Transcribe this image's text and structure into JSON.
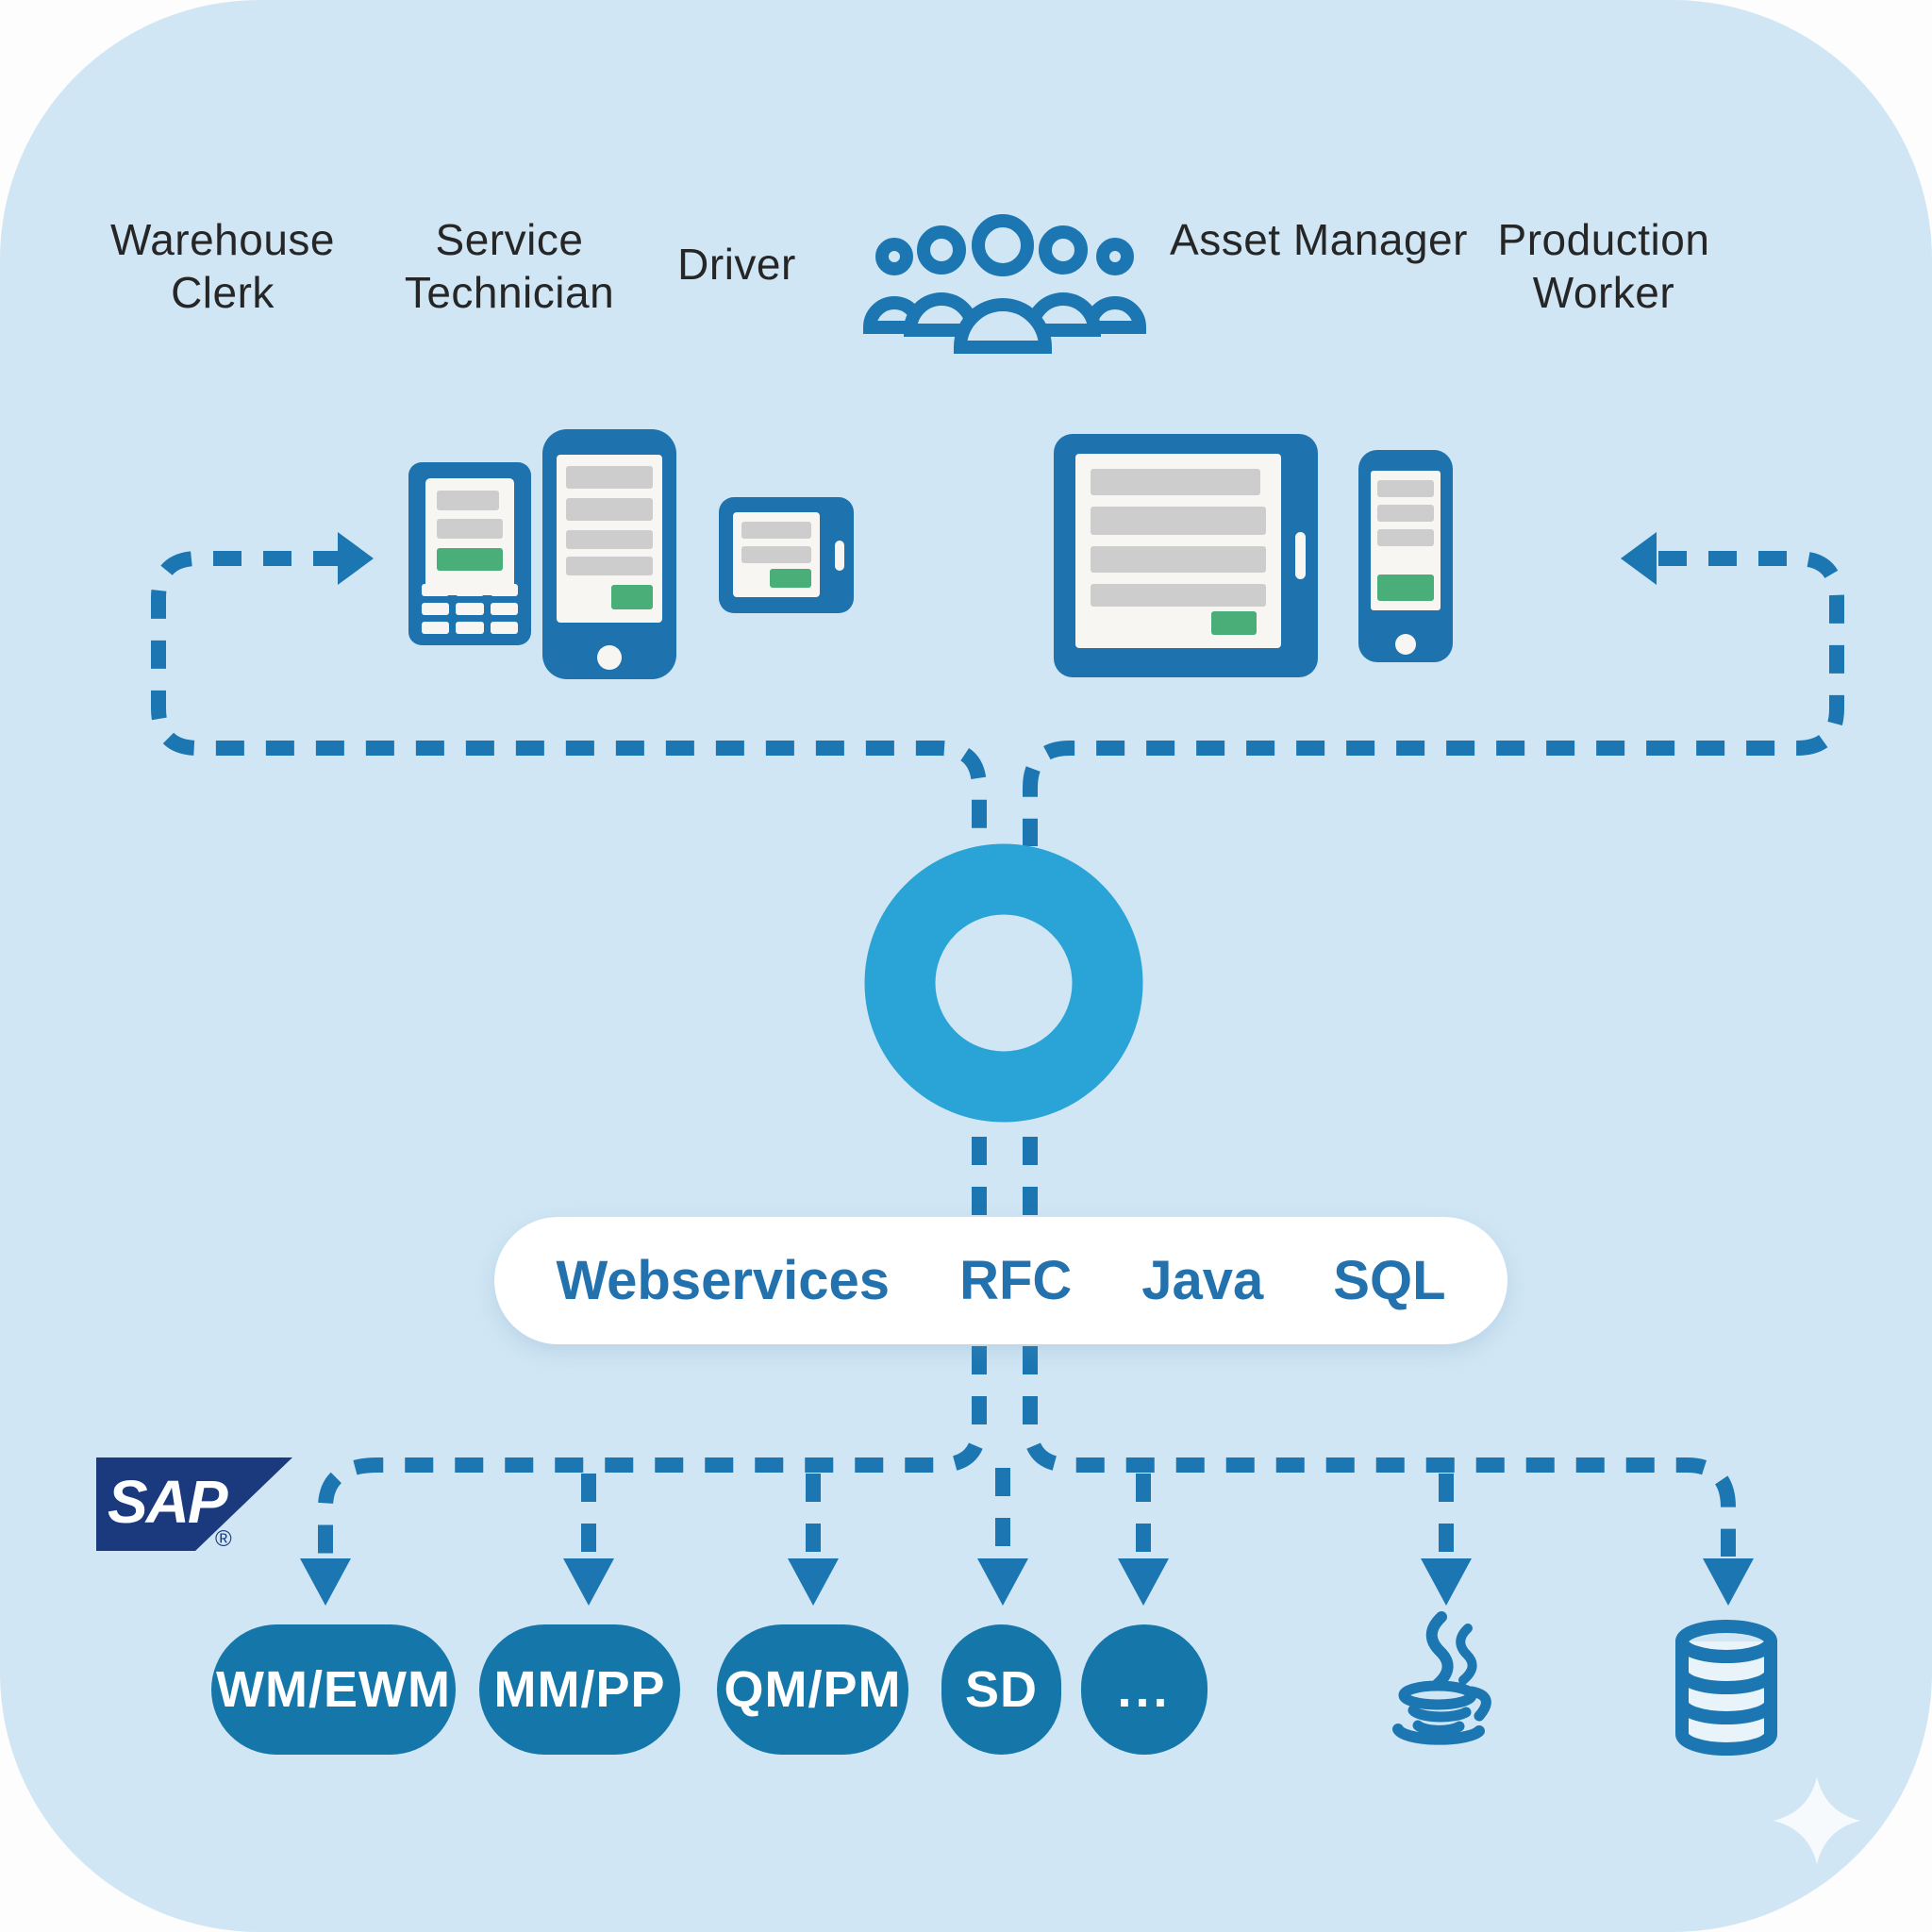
{
  "roles": [
    {
      "label": "Warehouse Clerk"
    },
    {
      "label": "Service Technician"
    },
    {
      "label": "Driver"
    },
    {
      "label": "Asset Manager"
    },
    {
      "label": "Production Worker"
    }
  ],
  "integration_layer": {
    "protocols": [
      "Webservices",
      "RFC",
      "Java",
      "SQL"
    ]
  },
  "sap": {
    "logo_text": "SAP",
    "registered_mark": "®"
  },
  "modules": [
    {
      "label": "WM/EWM"
    },
    {
      "label": "MM/PP"
    },
    {
      "label": "QM/PM"
    },
    {
      "label": "SD"
    },
    {
      "label": "..."
    }
  ],
  "icons": [
    {
      "name": "users-group-icon"
    },
    {
      "name": "handheld-scanner-device-icon"
    },
    {
      "name": "smartphone-portrait-device-icon"
    },
    {
      "name": "smartphone-landscape-device-icon"
    },
    {
      "name": "tablet-landscape-device-icon"
    },
    {
      "name": "smartphone-small-device-icon"
    },
    {
      "name": "hub-ring-icon"
    },
    {
      "name": "java-logo-icon"
    },
    {
      "name": "database-icon"
    },
    {
      "name": "sparkle-icon"
    }
  ],
  "colors": {
    "card": "#d0e6f4",
    "line": "#1b76b2",
    "ring": "#2aa3d6",
    "device": "#1e73ae",
    "screen": "#f7f6f3",
    "grey": "#cdcdcd",
    "green": "#49ae77",
    "pill": "#1577a9",
    "proto": "#2472ad",
    "sap": "#1a3a7d",
    "label": "#262626"
  }
}
